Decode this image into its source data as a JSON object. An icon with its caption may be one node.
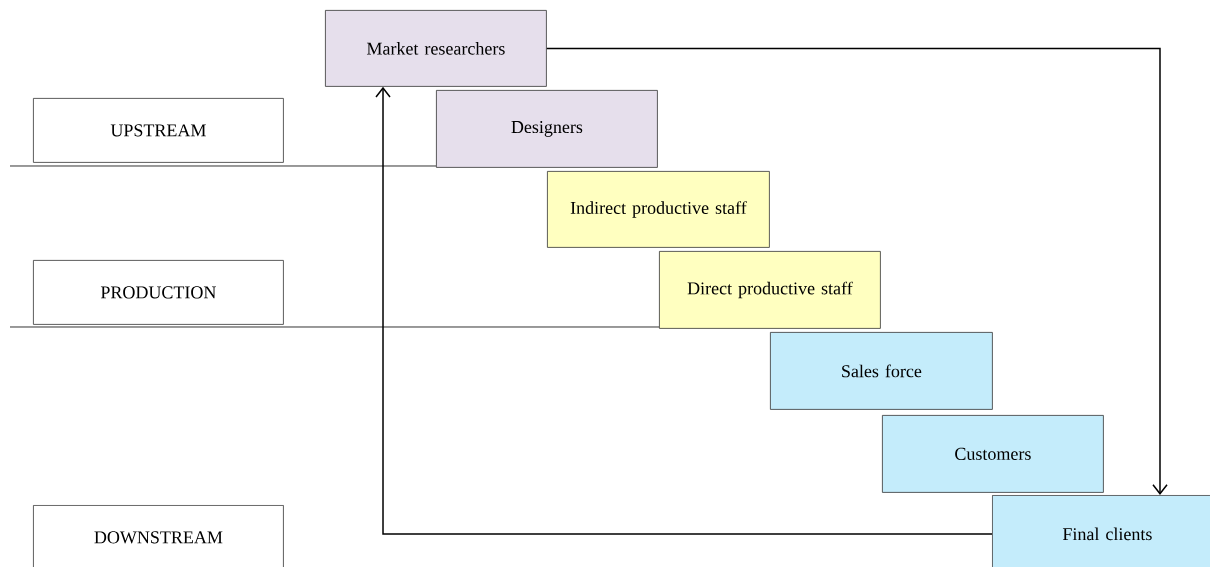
{
  "diagram": {
    "nodes": [
      {
        "text": [
          "UPSTREAM"
        ]
      },
      {
        "text": [
          "PRODUCTION"
        ]
      },
      {
        "text": [
          "DOWNSTREAM"
        ]
      },
      {
        "text": [
          "Market researchers"
        ]
      },
      {
        "text": [
          "Designers"
        ]
      },
      {
        "text": [
          "Indirect productive staff"
        ]
      },
      {
        "text": [
          "Direct productive staff"
        ]
      },
      {
        "text": [
          "Sales force"
        ]
      },
      {
        "text": [
          "Customers"
        ]
      },
      {
        "text": [
          "Final clients"
        ]
      }
    ],
    "edges": [
      {
        "from": 3,
        "to": 9,
        "arrow": "to"
      },
      {
        "from": 9,
        "to": 3,
        "arrow": "to"
      }
    ]
  }
}
